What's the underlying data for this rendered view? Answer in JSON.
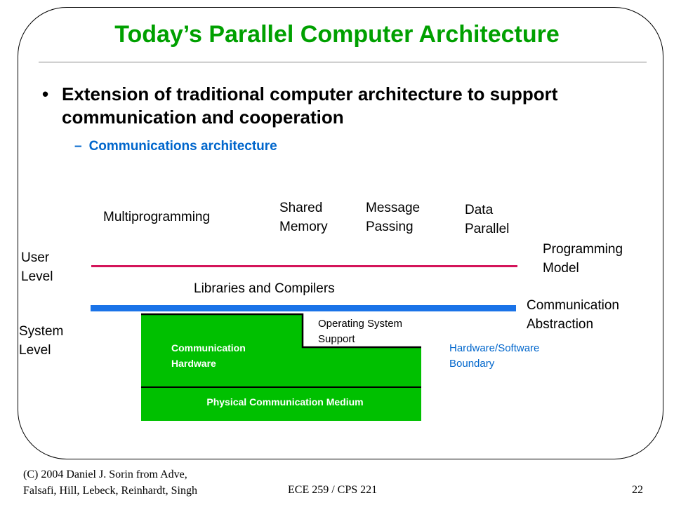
{
  "slide": {
    "title": "Today’s Parallel Computer Architecture",
    "bullet": "Extension of traditional computer architecture to support communication and cooperation",
    "bullet_marker": "•",
    "sub_marker": "–",
    "sub_bullet": "Communications architecture"
  },
  "diagram": {
    "models": {
      "multiprogramming": "Multiprogramming",
      "shared_1": "Shared",
      "shared_2": "Memory",
      "message_1": "Message",
      "message_2": "Passing",
      "data_1": "Data",
      "data_2": "Parallel"
    },
    "programming_model_1": "Programming",
    "programming_model_2": "Model",
    "user_level_1": "User",
    "user_level_2": "Level",
    "libraries": "Libraries and Compilers",
    "comm_abstraction_1": "Communication",
    "comm_abstraction_2": "Abstraction",
    "system_level_1": "System",
    "system_level_2": "Level",
    "os_support_1": "Operating System",
    "os_support_2": "Support",
    "comm_hardware_1": "Communication",
    "comm_hardware_2": "Hardware",
    "hw_sw_boundary_1": "Hardware/Software",
    "hw_sw_boundary_2": "Boundary",
    "physical_medium": "Physical Communication Medium",
    "colors": {
      "title": "#00a000",
      "accent_blue": "#0066cc",
      "red_line": "#d4145a",
      "blue_line": "#1a73e8",
      "hardware_green": "#00c000"
    }
  },
  "footer": {
    "left_1": "(C) 2004 Daniel J. Sorin from Adve,",
    "left_2": "Falsafi, Hill, Lebeck, Reinhardt, Singh",
    "center": "ECE 259 / CPS 221",
    "page": "22"
  }
}
